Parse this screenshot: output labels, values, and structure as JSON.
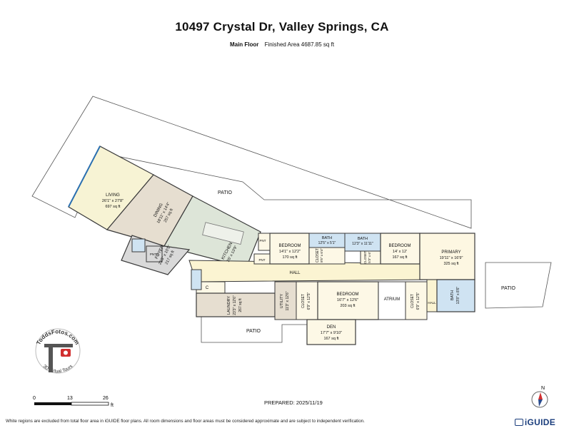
{
  "header": {
    "address": "10497 Crystal Dr, Valley Springs, CA",
    "floor_label": "Main Floor",
    "finished_area": "Finished Area 4687.85 sq ft"
  },
  "rooms": {
    "living": {
      "name": "LIVING",
      "dims": "26'1\" x 27'8\"",
      "area": "697 sq ft"
    },
    "dining": {
      "name": "DINING",
      "dims": "18'11\" x 14'4\"",
      "area": "257 sq ft"
    },
    "foyer": {
      "name": "FOYER",
      "dims": "23'5\" x 10'5\"",
      "area": "217 sq ft"
    },
    "kitchen": {
      "name": "KITCHEN",
      "dims": "26' x 13'9\""
    },
    "bedroom1": {
      "name": "BEDROOM",
      "dims": "14'1\" x 12'2\"",
      "area": "170 sq ft"
    },
    "bath1": {
      "name": "BATH",
      "dims": "12'5\" x 5'1\""
    },
    "closet1": {
      "name": "CLOSET",
      "dims": "8'5\" x 6'4\""
    },
    "bath2": {
      "name": "BATH",
      "dims": "12'3\" x 11'11\""
    },
    "closet2": {
      "name": "CLOSET",
      "dims": "5'3\" x 6'"
    },
    "bedroom2": {
      "name": "BEDROOM",
      "dims": "14' x 12'",
      "area": "167 sq ft"
    },
    "primary": {
      "name": "PRIMARY",
      "dims": "19'11\" x 16'9\"",
      "area": "325 sq ft"
    },
    "laundry": {
      "name": "LAUNDRY",
      "dims": "23'3\" x 12'6\"",
      "area": "267 sq ft"
    },
    "utility": {
      "name": "UTILITY",
      "dims": "11'3\" x 12'6\""
    },
    "closet3": {
      "name": "CLOSET",
      "dims": "6'9\" x 12'5\""
    },
    "bedroom3": {
      "name": "BEDROOM",
      "dims": "16'7\" x 12'6\"",
      "area": "203 sq ft"
    },
    "atrium": {
      "name": "ATRIUM"
    },
    "closet4": {
      "name": "CLOSET",
      "dims": "6'9\" x 12'5\""
    },
    "bath3": {
      "name": "BATH",
      "dims": "13'8\" x 8'6\""
    },
    "den": {
      "name": "DEN",
      "dims": "17'7\" x 9'10\"",
      "area": "167 sq ft"
    },
    "hall": {
      "name": "HALL"
    },
    "hall_small": {
      "name": "HALL"
    },
    "pnt1": {
      "name": "PNT"
    },
    "pnt2": {
      "name": "PNT"
    },
    "pntr": {
      "name": "PNTR"
    },
    "c": {
      "name": "C"
    },
    "patio_top": {
      "name": "PATIO"
    },
    "patio_bottom": {
      "name": "PATIO"
    },
    "patio_right": {
      "name": "PATIO"
    }
  },
  "scale_bar": {
    "ticks": [
      "0",
      "13",
      "26"
    ],
    "unit": "ft"
  },
  "compass": {
    "north": "N"
  },
  "logo": {
    "brand": "ToddsFotos.com",
    "tagline": "3D Virtual Tours"
  },
  "prepared": "PREPARED: 2025/11/19",
  "footer_note": "White regions are excluded from total floor area in iGUIDE floor plans. All room dimensions and floor areas must be considered approximate and are subject to independent verification.",
  "brand": {
    "name": "iGUIDE"
  },
  "colors": {
    "living": "#f7f3d4",
    "dining": "#e6ded0",
    "foyer": "#d9d9d9",
    "kitchen": "#dde5d8",
    "bedroom": "#fdf8e6",
    "bath": "#cfe3f2",
    "hall": "#fbf4d2",
    "primary": "#fdf7e2",
    "laundry": "#e6ded0",
    "den": "#fdf8e6",
    "walls": "#3a3a3a",
    "accent_blue": "#2a6fb0"
  }
}
